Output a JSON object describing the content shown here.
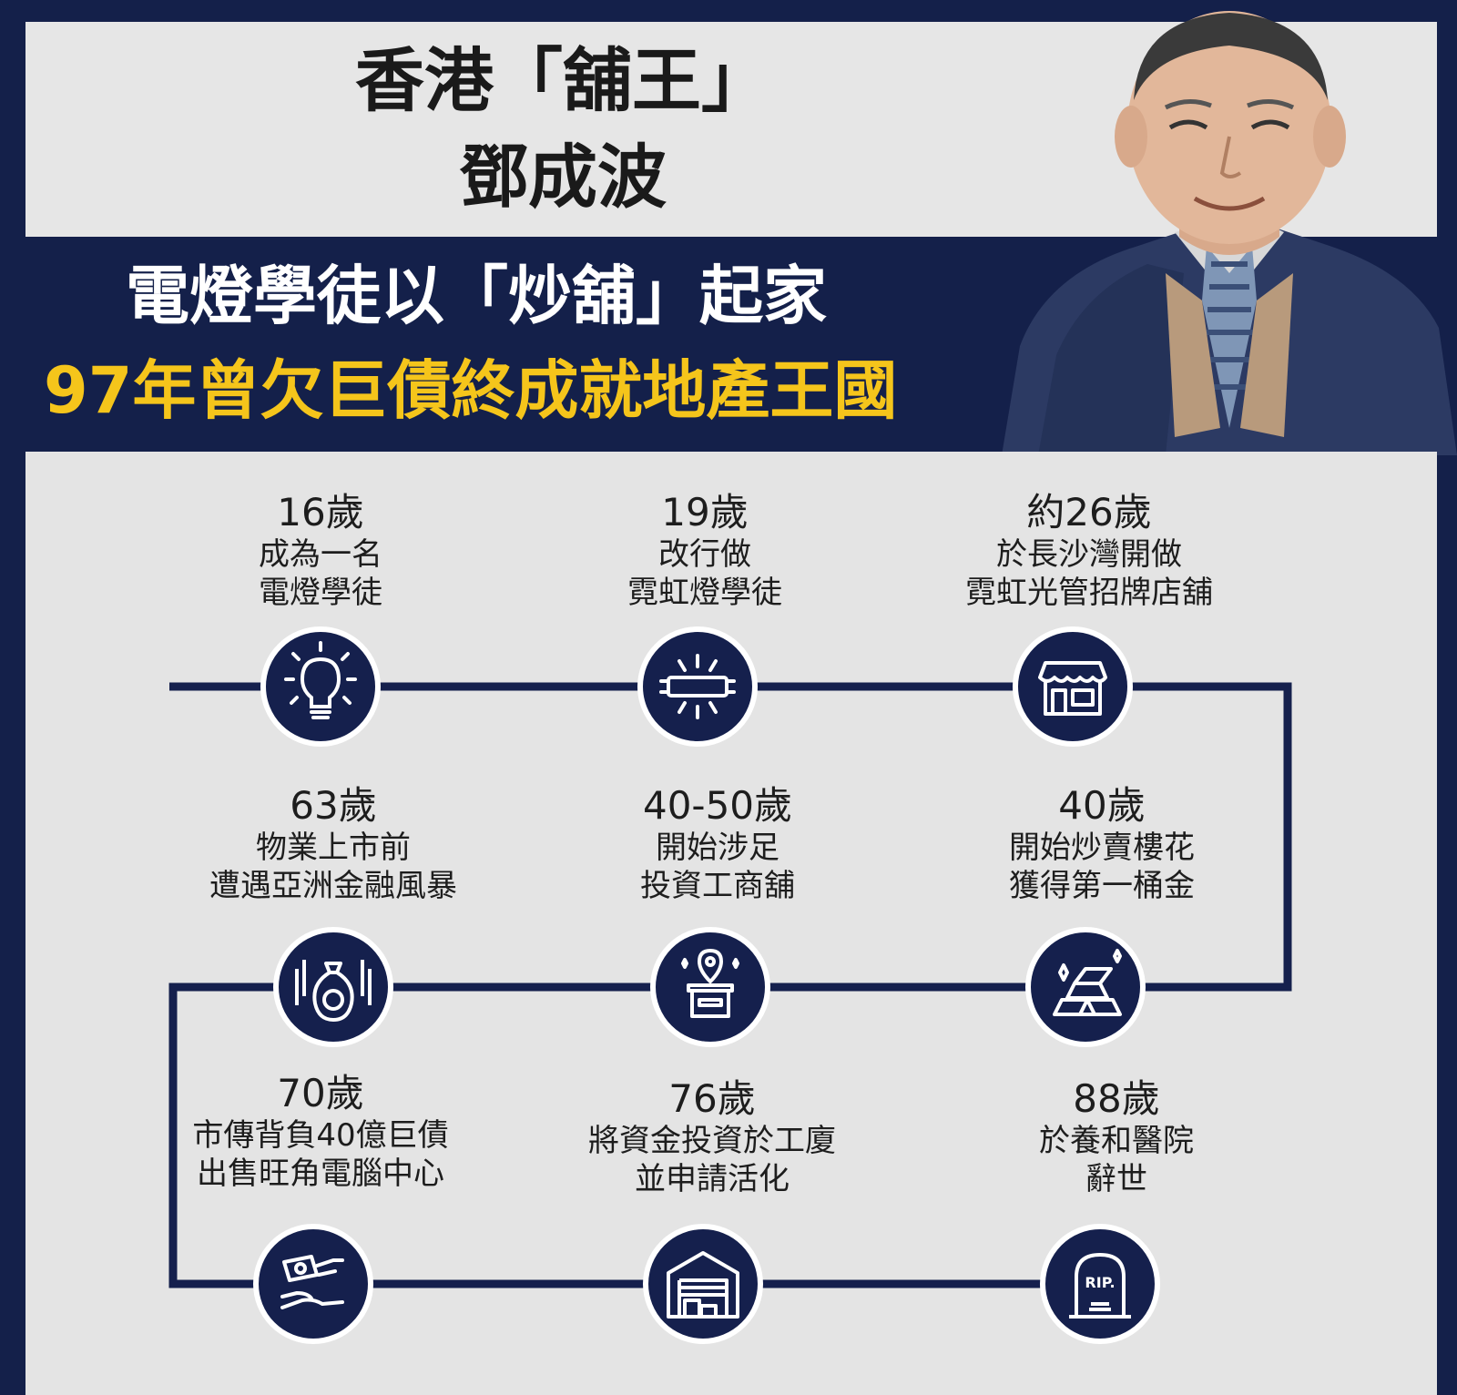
{
  "title": {
    "line1": "香港「舖王」",
    "line2": "鄧成波"
  },
  "headline": {
    "line1": "電燈學徒以「炒舖」起家",
    "line2": "97年曾欠巨債終成就地產王國"
  },
  "colors": {
    "navy": "#14204a",
    "panel": "#e4e4e4",
    "accent_yellow": "#f5c51b"
  },
  "timeline": [
    {
      "age": "16歲",
      "desc1": "成為一名",
      "desc2": "電燈學徒",
      "icon": "lightbulb-icon"
    },
    {
      "age": "19歲",
      "desc1": "改行做",
      "desc2": "霓虹燈學徒",
      "icon": "neon-tube-icon"
    },
    {
      "age": "約26歲",
      "desc1": "於長沙灣開做",
      "desc2": "霓虹光管招牌店舖",
      "icon": "storefront-icon"
    },
    {
      "age": "40歲",
      "desc1": "開始炒賣樓花",
      "desc2": "獲得第一桶金",
      "icon": "gold-bars-icon"
    },
    {
      "age": "40-50歲",
      "desc1": "開始涉足",
      "desc2": "投資工商舖",
      "icon": "shop-location-icon"
    },
    {
      "age": "63歲",
      "desc1": "物業上市前",
      "desc2": "遭遇亞洲金融風暴",
      "icon": "money-bag-falling-icon"
    },
    {
      "age": "70歲",
      "desc1": "市傳背負40億巨債",
      "desc2": "出售旺角電腦中心",
      "icon": "money-handover-icon"
    },
    {
      "age": "76歲",
      "desc1": "將資金投資於工廈",
      "desc2": "並申請活化",
      "icon": "warehouse-icon"
    },
    {
      "age": "88歲",
      "desc1": "於養和醫院",
      "desc2": "辭世",
      "icon": "tombstone-icon",
      "icon_text": "RIP."
    }
  ]
}
